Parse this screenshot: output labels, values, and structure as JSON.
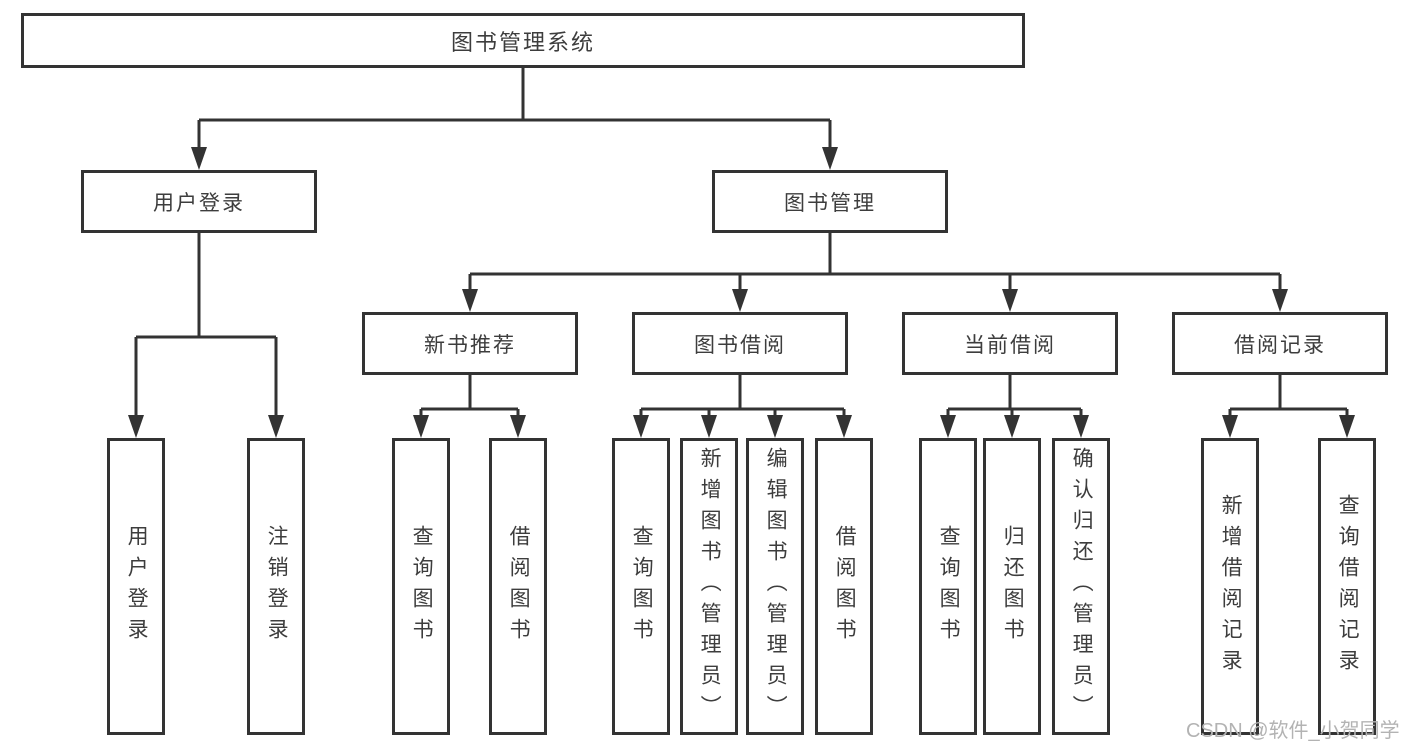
{
  "tree": {
    "root_label": "图书管理系统",
    "level1": [
      {
        "label": "用户登录",
        "children": [
          {
            "label": "用户登录"
          },
          {
            "label": "注销登录"
          }
        ]
      },
      {
        "label": "图书管理",
        "children": [
          {
            "label": "新书推荐",
            "children": [
              {
                "label": "查询图书"
              },
              {
                "label": "借阅图书"
              }
            ]
          },
          {
            "label": "图书借阅",
            "children": [
              {
                "label": "查询图书"
              },
              {
                "label": "新增图书（管理员）"
              },
              {
                "label": "编辑图书（管理员）"
              },
              {
                "label": "借阅图书"
              }
            ]
          },
          {
            "label": "当前借阅",
            "children": [
              {
                "label": "查询图书"
              },
              {
                "label": "归还图书"
              },
              {
                "label": "确认归还（管理员）"
              }
            ]
          },
          {
            "label": "借阅记录",
            "children": [
              {
                "label": "新增借阅记录"
              },
              {
                "label": "查询借阅记录"
              }
            ]
          }
        ]
      }
    ]
  },
  "watermark": {
    "text": "CSDN @软件_小贺同学"
  },
  "colors": {
    "line": "#333333",
    "text": "#3d3d3d",
    "watermark": "#b3b3b3",
    "box_bg": "#ffffff"
  }
}
